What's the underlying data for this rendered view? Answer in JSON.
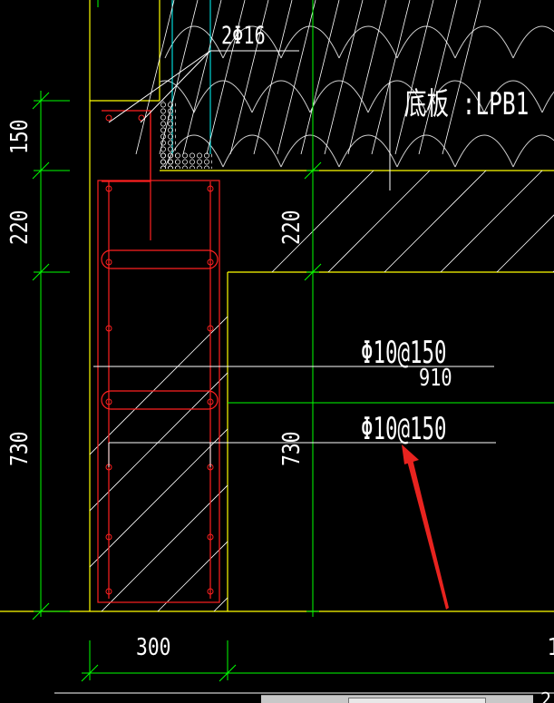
{
  "colors": {
    "background": "#000000",
    "dimension_line": "#00ff00",
    "outline": "#ffff00",
    "rebar": "#ff2020",
    "hatch": "#ffffff",
    "leader": "#ffffff",
    "arrow": "#e8231f",
    "detail": "#00ffff"
  },
  "labels": {
    "top_rebar": "2Φ16",
    "slab_label": "底板 :LPB1",
    "rebar_callout_1": "Φ10@150",
    "rebar_callout_1_sub": "910",
    "rebar_callout_2": "Φ10@150"
  },
  "dimensions": {
    "left_1": "150",
    "left_2": "220",
    "left_3": "730",
    "mid_1": "220",
    "mid_2": "730",
    "bottom_1": "300",
    "bottom_2_partial": "1",
    "corner_partial": "2"
  },
  "icons": {
    "annotation_arrow": "red-arrow-icon"
  }
}
